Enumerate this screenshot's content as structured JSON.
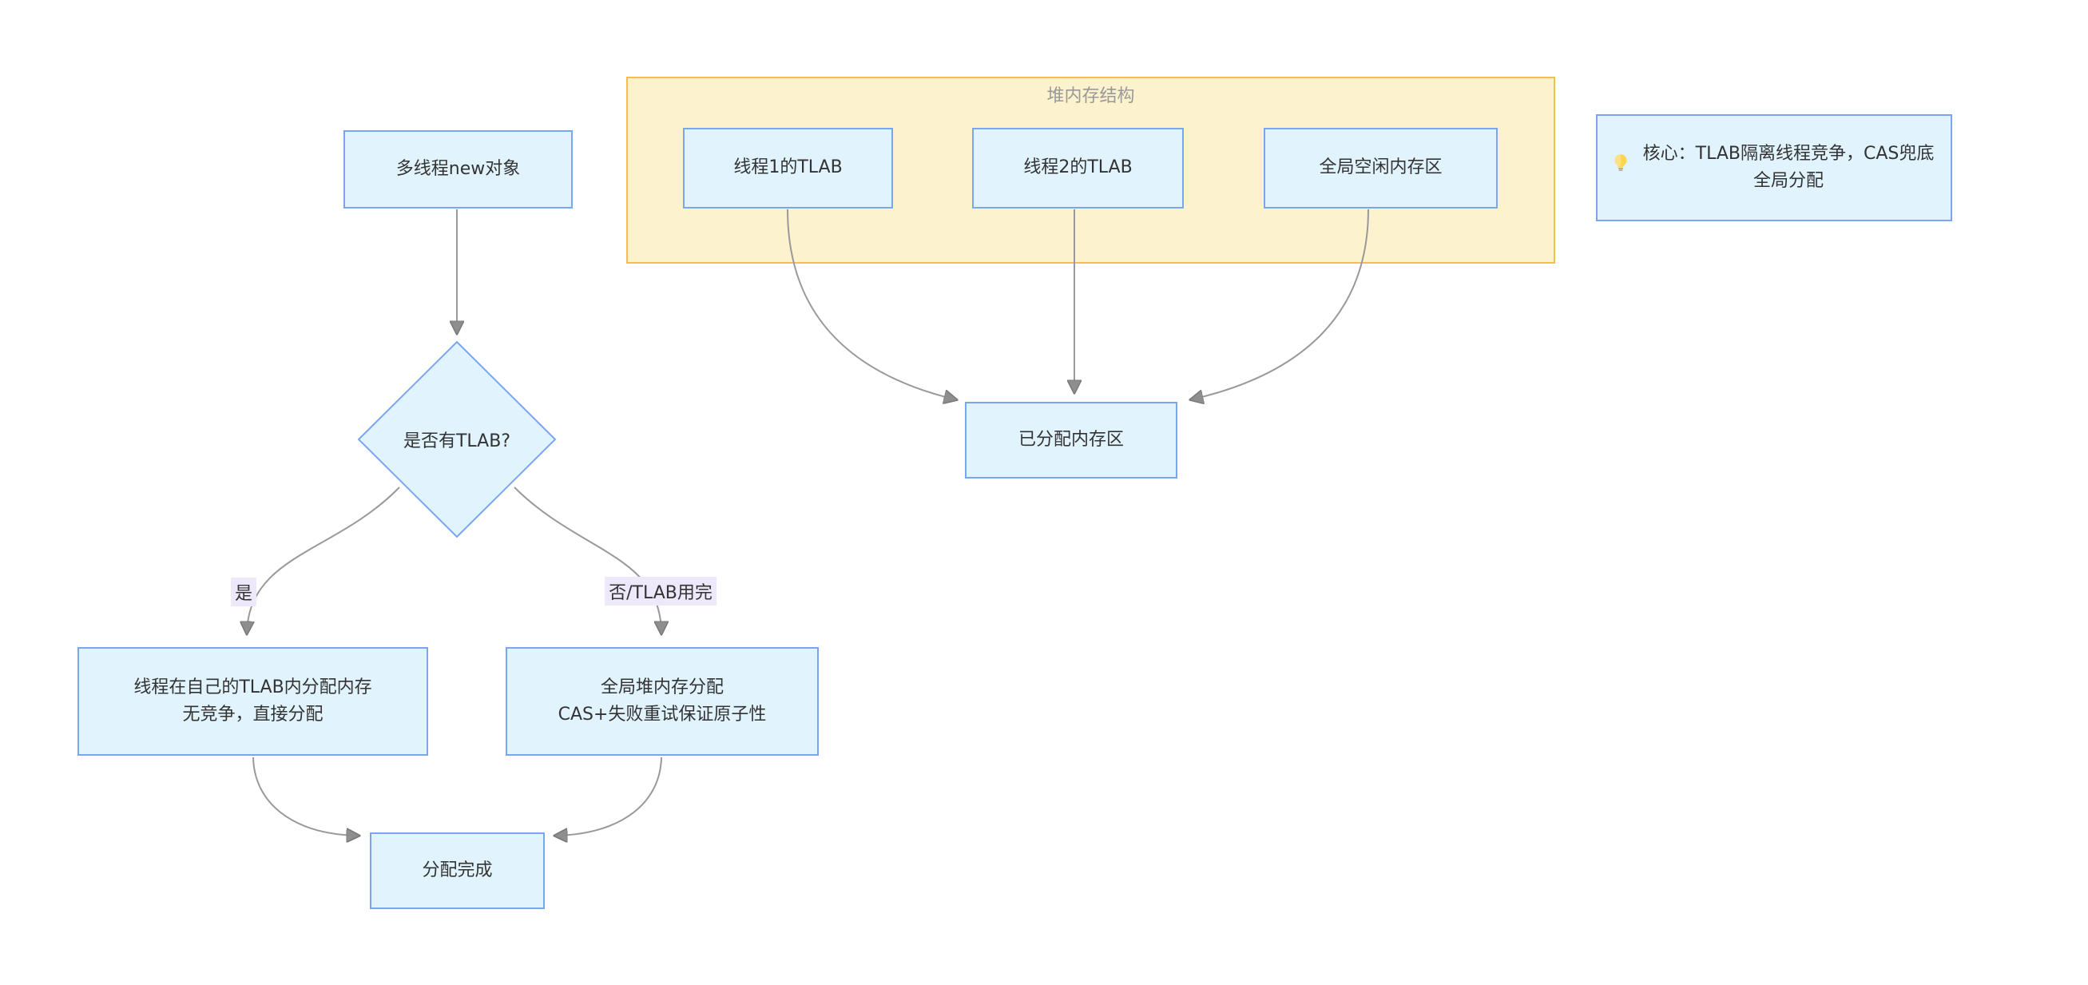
{
  "diagram": {
    "title_hint": "TLAB allocation flowchart",
    "colors": {
      "background": "#ffffff",
      "node_fill": "#e1f3fc",
      "node_border": "#79a6f0",
      "container_fill": "#fdf2ce",
      "container_border": "#f5be4e",
      "container_title_color": "#999999",
      "edge_color": "#999999",
      "arrowhead_color": "#8e8e8e",
      "edge_label_bg": "#ede9fa",
      "text_color": "#333333"
    },
    "nodes": {
      "start": {
        "label": "多线程new对象"
      },
      "decision": {
        "label": "是否有TLAB?"
      },
      "tlab_alloc": {
        "line1": "线程在自己的TLAB内分配内存",
        "line2": "无竞争，直接分配"
      },
      "global_alloc": {
        "line1": "全局堆内存分配",
        "line2": "CAS+失败重试保证原子性"
      },
      "done": {
        "label": "分配完成"
      },
      "thread1_tlab": {
        "label": "线程1的TLAB"
      },
      "thread2_tlab": {
        "label": "线程2的TLAB"
      },
      "global_free": {
        "label": "全局空闲内存区"
      },
      "allocated": {
        "label": "已分配内存区"
      }
    },
    "subgraph": {
      "title": "堆内存结构"
    },
    "edge_labels": {
      "yes": "是",
      "no": "否/TLAB用完"
    },
    "note": {
      "icon": "lightbulb-icon",
      "text": "核心：TLAB隔离线程竞争，CAS兜底全局分配"
    }
  }
}
